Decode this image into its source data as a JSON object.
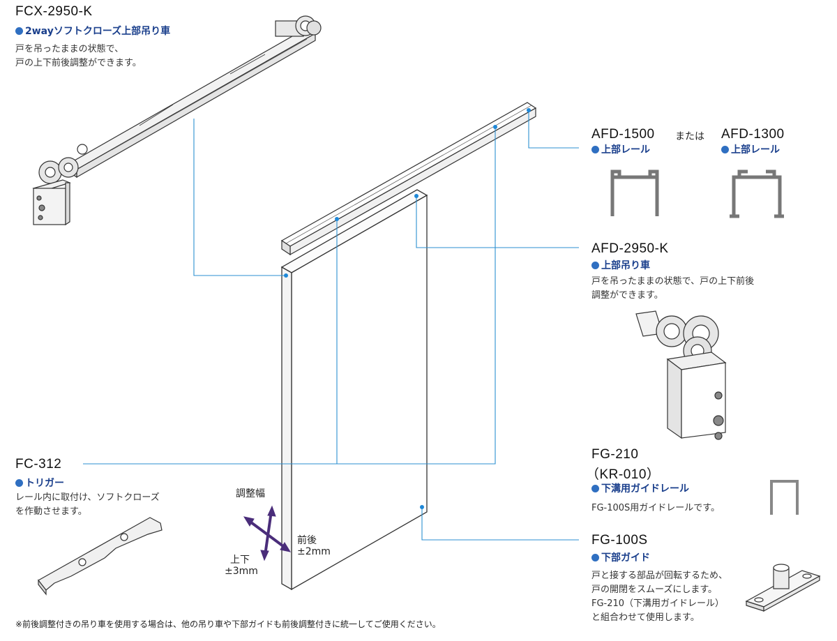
{
  "items": {
    "fcx": {
      "code": "FCX-2950-K",
      "subtitle": "2wayソフトクローズ上部吊り車",
      "desc_lines": [
        "戸を吊ったままの状態で、",
        "戸の上下前後調整ができます。"
      ]
    },
    "afd1500": {
      "code": "AFD-1500",
      "subtitle": "上部レール"
    },
    "or_text": "または",
    "afd1300": {
      "code": "AFD-1300",
      "subtitle": "上部レール"
    },
    "afd2950": {
      "code": "AFD-2950-K",
      "subtitle": "上部吊り車",
      "desc_lines": [
        "戸を吊ったままの状態で、戸の上下前後",
        "調整ができます。"
      ]
    },
    "fg210": {
      "code": "FG-210",
      "code2": "（KR-010）",
      "subtitle": "下溝用ガイドレール",
      "desc": "FG-100S用ガイドレールです。"
    },
    "fc312": {
      "code": "FC-312",
      "subtitle": "トリガー",
      "desc_lines": [
        "レール内に取付け、ソフトクローズ",
        "を作動させます。"
      ]
    },
    "fg100s": {
      "code": "FG-100S",
      "subtitle": "下部ガイド",
      "desc_lines": [
        "戸と接する部品が回転するため、",
        "戸の開閉をスムーズにします。",
        "FG-210（下溝用ガイドレール）",
        "と組合わせて使用します。"
      ]
    }
  },
  "adjust": {
    "title": "調整幅",
    "fb_label": "前後",
    "fb_value": "±2mm",
    "ud_label": "上下",
    "ud_value": "±3mm"
  },
  "footnote": "※前後調整付きの吊り車を使用する場合は、他の吊り車や下部ガイドも前後調整付きに統一してご使用ください。",
  "colors": {
    "accent": "#1a3f8c",
    "leader": "#2b8fd0",
    "dot": "#2f6fc1",
    "arrow": "#4a2d7a"
  }
}
